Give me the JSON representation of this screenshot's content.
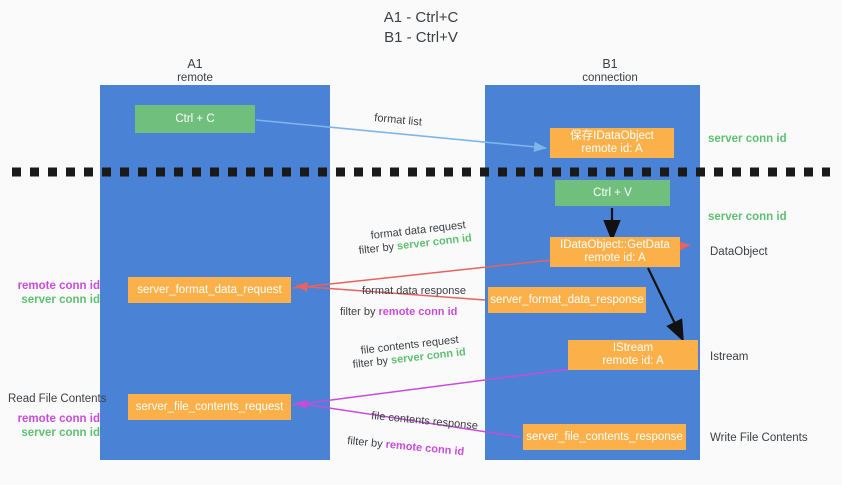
{
  "title": {
    "line1": "A1 - Ctrl+C",
    "line2": "B1 - Ctrl+V"
  },
  "columns": [
    {
      "id": "A1",
      "name": "A1",
      "sub": "remote",
      "color": "#4a82d6"
    },
    {
      "id": "B1",
      "name": "B1",
      "sub": "connection",
      "color": "#4a82d6"
    }
  ],
  "boxes": {
    "ctrl_c": "Ctrl + C",
    "ctrl_v": "Ctrl + V",
    "save_dataobject_l1": "保存IDataObject",
    "save_dataobject_l2": "remote id: A",
    "getdata_l1": "IDataObject::GetData",
    "getdata_l2": "remote id: A",
    "istream_l1": "IStream",
    "istream_l2": "remote id: A",
    "server_format_data_request": "server_format_data_request",
    "server_format_data_response": "server_format_data_response",
    "server_file_contents_request": "server_file_contents_request",
    "server_file_contents_response": "server_file_contents_response"
  },
  "right_labels": {
    "server_conn_id_1": "server conn id",
    "server_conn_id_2": "server conn id",
    "dataobject": "DataObject",
    "istream": "Istream",
    "write_file_contents": "Write File Contents"
  },
  "left_labels": {
    "remote_conn_id_1": "remote conn id",
    "server_conn_id_1": "server conn id",
    "read_file_contents": "Read File Contents",
    "remote_conn_id_2": "remote conn id",
    "server_conn_id_2": "server conn id"
  },
  "arrow_labels": {
    "format_list": "format list",
    "format_data_request": "format data request",
    "filter_by": "filter by ",
    "server_conn_id": "server conn id",
    "remote_conn_id": "remote conn id",
    "format_data_response": "format data response",
    "file_contents_request": "file contents request",
    "file_contents_response": "file contents response"
  },
  "colors": {
    "column_blue": "#4a82d6",
    "green_box": "#71bf7d",
    "orange_box": "#fbb04a",
    "light_blue_arrow": "#7eb6e8",
    "red_arrow": "#e8625f",
    "magenta_arrow": "#c74dd8",
    "black_arrow": "#000000",
    "green_text": "#5fbf72",
    "purple_text": "#c74dd8",
    "background": "#fafafa"
  }
}
